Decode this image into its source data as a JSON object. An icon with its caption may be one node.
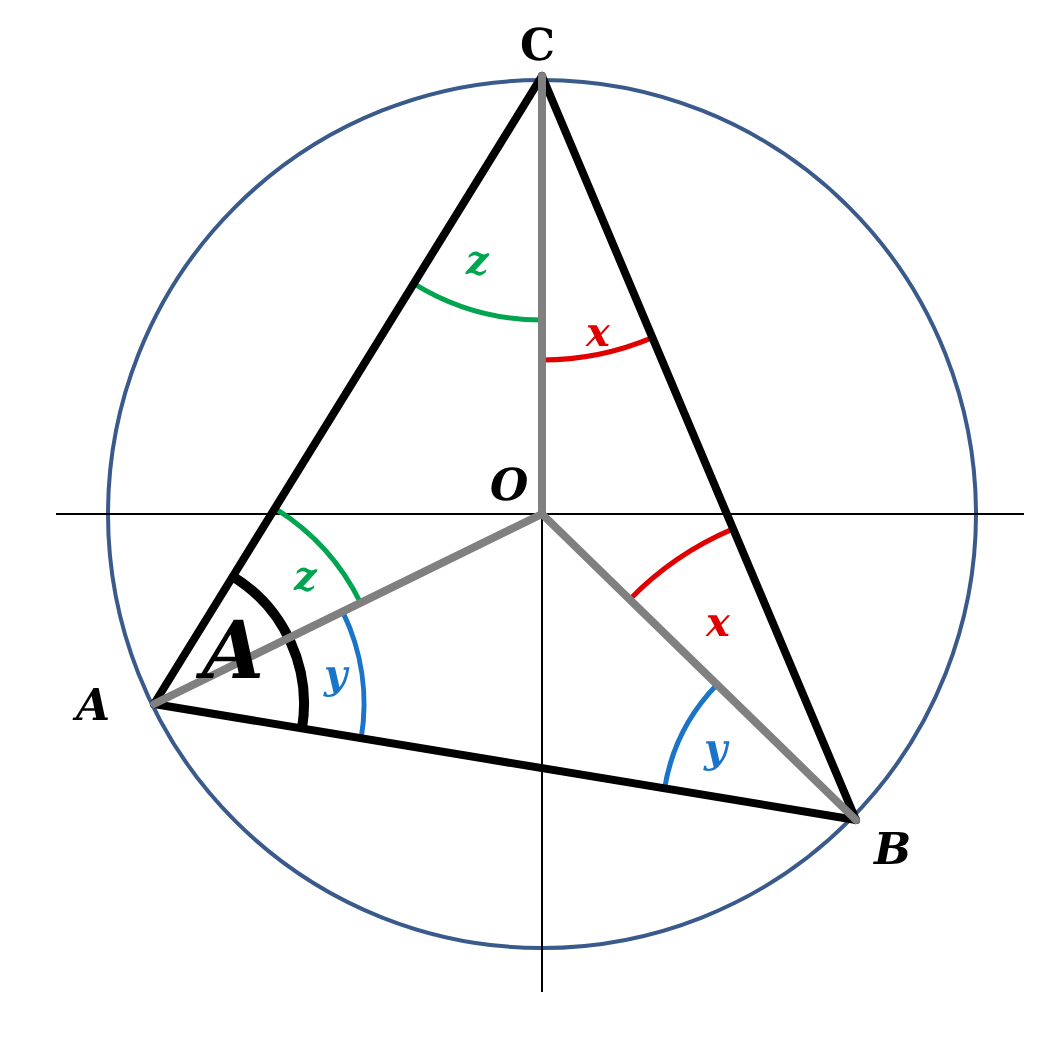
{
  "diagram": {
    "nodes": [
      {
        "text": [
          "C"
        ]
      },
      {
        "text": [
          "O"
        ]
      },
      {
        "text": [
          "A"
        ]
      },
      {
        "text": [
          "B"
        ]
      }
    ],
    "edges": [
      {
        "from": 2,
        "to": 0,
        "arrow": "none"
      },
      {
        "from": 0,
        "to": 3,
        "arrow": "none"
      },
      {
        "from": 3,
        "to": 2,
        "arrow": "none"
      },
      {
        "from": 1,
        "to": 0,
        "arrow": "none",
        "color": "#808080"
      },
      {
        "from": 1,
        "to": 2,
        "arrow": "none",
        "color": "#808080"
      },
      {
        "from": 1,
        "to": 3,
        "arrow": "none",
        "color": "#808080"
      }
    ],
    "labels": [
      "z",
      "x",
      "z",
      "x",
      "A",
      "y",
      "y"
    ]
  }
}
